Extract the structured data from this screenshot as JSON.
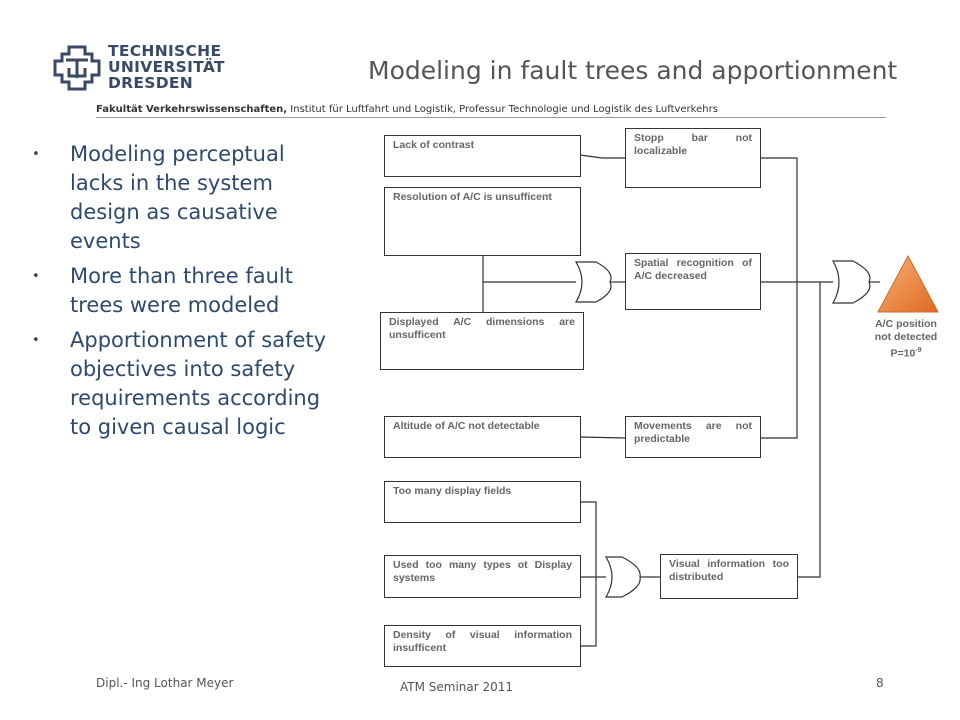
{
  "header": {
    "logo_lines": [
      "TECHNISCHE",
      "UNIVERSITÄT",
      "DRESDEN"
    ],
    "title": "Modeling in fault trees and apportionment",
    "faculty_bold": "Fakultät Verkehrswissenschaften,",
    "faculty_rest": " Institut für Luftfahrt und Logistik, Professur Technologie und Logistik des Luftverkehrs"
  },
  "bullets": [
    "Modeling perceptual lacks in the system design as causative events",
    "More than three fault trees were modeled",
    "Apportionment of safety objectives into safety requirements according to given causal logic"
  ],
  "fault_tree": {
    "events": {
      "lack_of_contrast": "Lack of contrast",
      "resolution": "Resolution of A/C is unsufficent",
      "displayed_dimensions": "Displayed A/C dimensions are unsufficent",
      "altitude": "Altitude of A/C not detectable",
      "too_many_fields": "Too many display fields",
      "too_many_types": "Used too many types ot Display systems",
      "density": "Density of visual information insufficent",
      "stopp_bar": "Stopp bar not localizable",
      "spatial": "Spatial recognition of A/C decreased",
      "movements": "Movements are not predictable",
      "visual_info": "Visual information too distributed"
    },
    "top_event": {
      "line1": "A/C position",
      "line2": "not detected",
      "prob_base": "P=10",
      "prob_exp": "-9"
    },
    "colors": {
      "top_event_fill": "#f08a3c",
      "line": "#333333"
    }
  },
  "footer": {
    "author": "Dipl.- Ing Lothar Meyer",
    "event": "ATM Seminar 2011",
    "page": "8"
  }
}
